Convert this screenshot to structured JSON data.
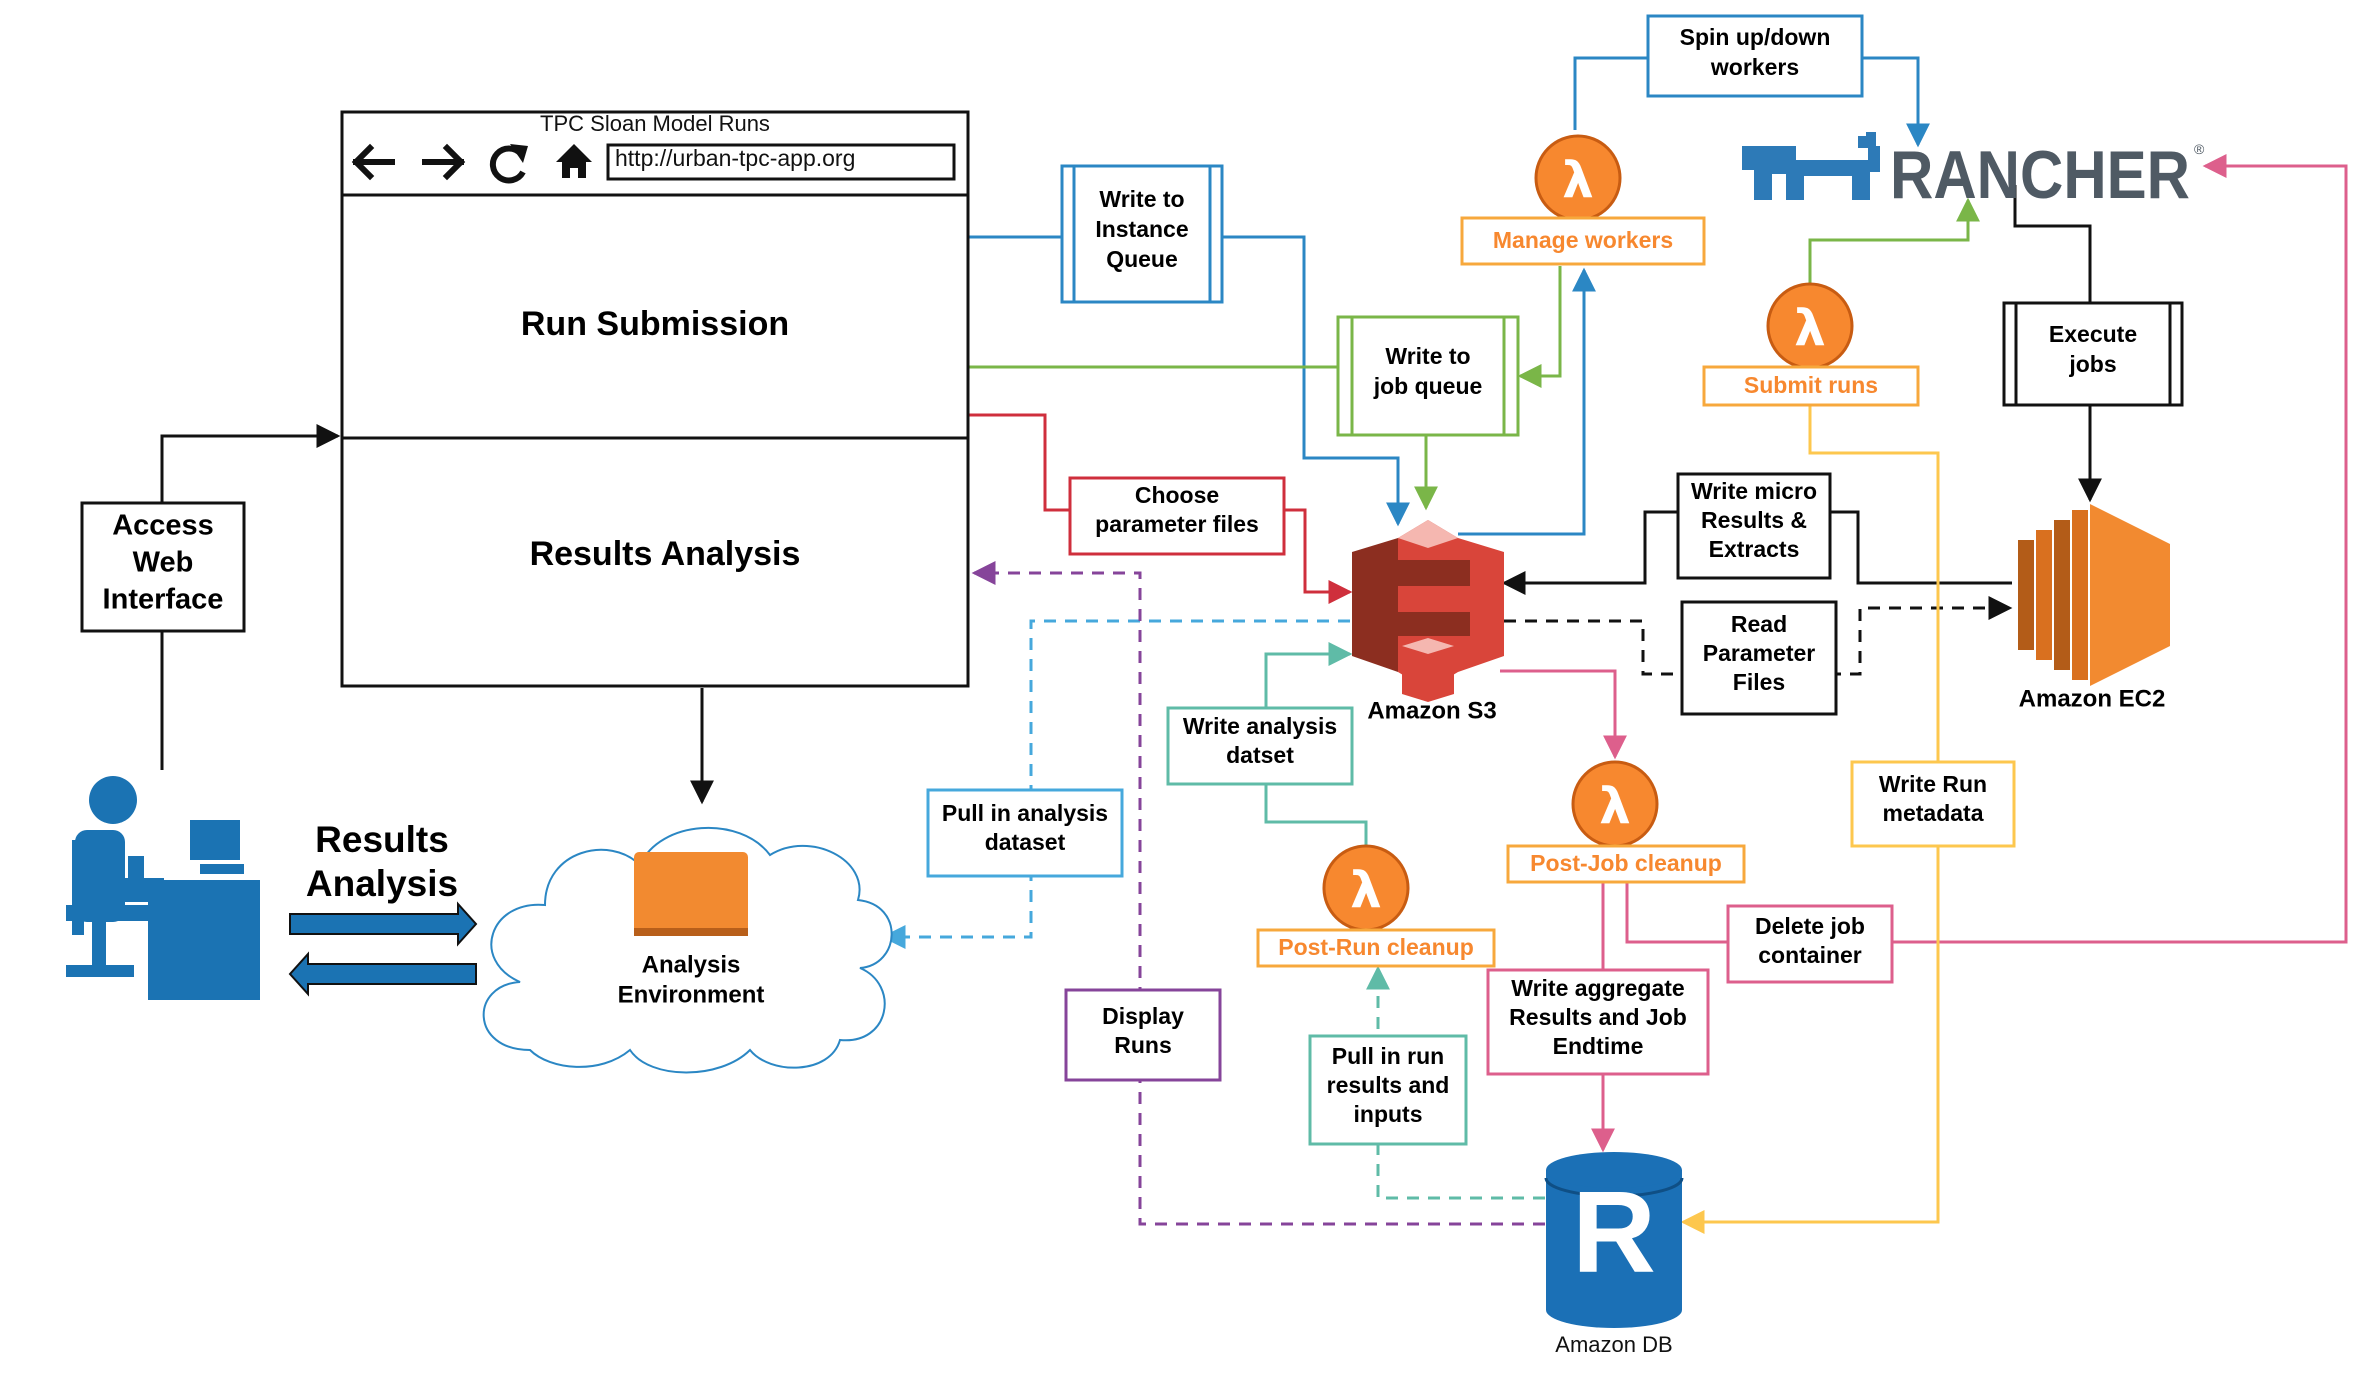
{
  "browser": {
    "title": "TPC Sloan Model Runs",
    "url": "http://urban-tpc-app.org",
    "run_submission": "Run Submission",
    "results_analysis": "Results Analysis"
  },
  "user": {
    "access": [
      "Access",
      "Web",
      "Interface"
    ],
    "results_analysis": [
      "Results",
      "Analysis"
    ]
  },
  "cloud": {
    "label": [
      "Analysis",
      "Environment"
    ]
  },
  "rancher": {
    "wordmark": "RANCHER",
    "registered": "®"
  },
  "services": {
    "s3": "Amazon S3",
    "ec2": "Amazon EC2",
    "db": "Amazon DB",
    "db_letter": "R",
    "lambda_symbol": "λ"
  },
  "lambdas": {
    "manage_workers": "Manage workers",
    "submit_runs": "Submit runs",
    "post_job_cleanup": "Post-Job cleanup",
    "post_run_cleanup": "Post-Run cleanup"
  },
  "labels": {
    "spin_up_down": [
      "Spin up/down",
      "workers"
    ],
    "write_instance_queue": [
      "Write to",
      "Instance",
      "Queue"
    ],
    "write_job_queue": [
      "Write to",
      "job queue"
    ],
    "choose_parameter_files": [
      "Choose",
      "parameter files"
    ],
    "write_micro_results": [
      "Write micro",
      "Results &",
      "Extracts"
    ],
    "read_parameter_files": [
      "Read",
      "Parameter",
      "Files"
    ],
    "execute_jobs": [
      "Execute",
      "jobs"
    ],
    "write_analysis_dataset": [
      "Write analysis",
      "datset"
    ],
    "pull_analysis_dataset": [
      "Pull in analysis",
      "dataset"
    ],
    "write_run_metadata": [
      "Write Run",
      "metadata"
    ],
    "delete_job_container": [
      "Delete job",
      "container"
    ],
    "write_aggregate": [
      "Write aggregate",
      "Results and Job",
      "Endtime"
    ],
    "display_runs": [
      "Display",
      "Runs"
    ],
    "pull_run_results": [
      "Pull in run",
      "results and",
      "inputs"
    ]
  },
  "colors": {
    "blue": "#2b87c4",
    "green": "#7ab648",
    "red": "#cf2f3c",
    "orange": "#f7a83c",
    "lambda_orange": "#f7882f",
    "yellow": "#fdc74e",
    "pink": "#dd5f8c",
    "teal": "#5fbba7",
    "light_blue": "#46a8dc",
    "purple": "#86449a",
    "user_blue": "#1b73b3",
    "rancher_blue": "#2d7ab7",
    "rancher_gray": "#4f5a64",
    "s3_red": "#d9453a",
    "ec2_orange": "#f28a30",
    "db_blue": "#1b70b6"
  }
}
